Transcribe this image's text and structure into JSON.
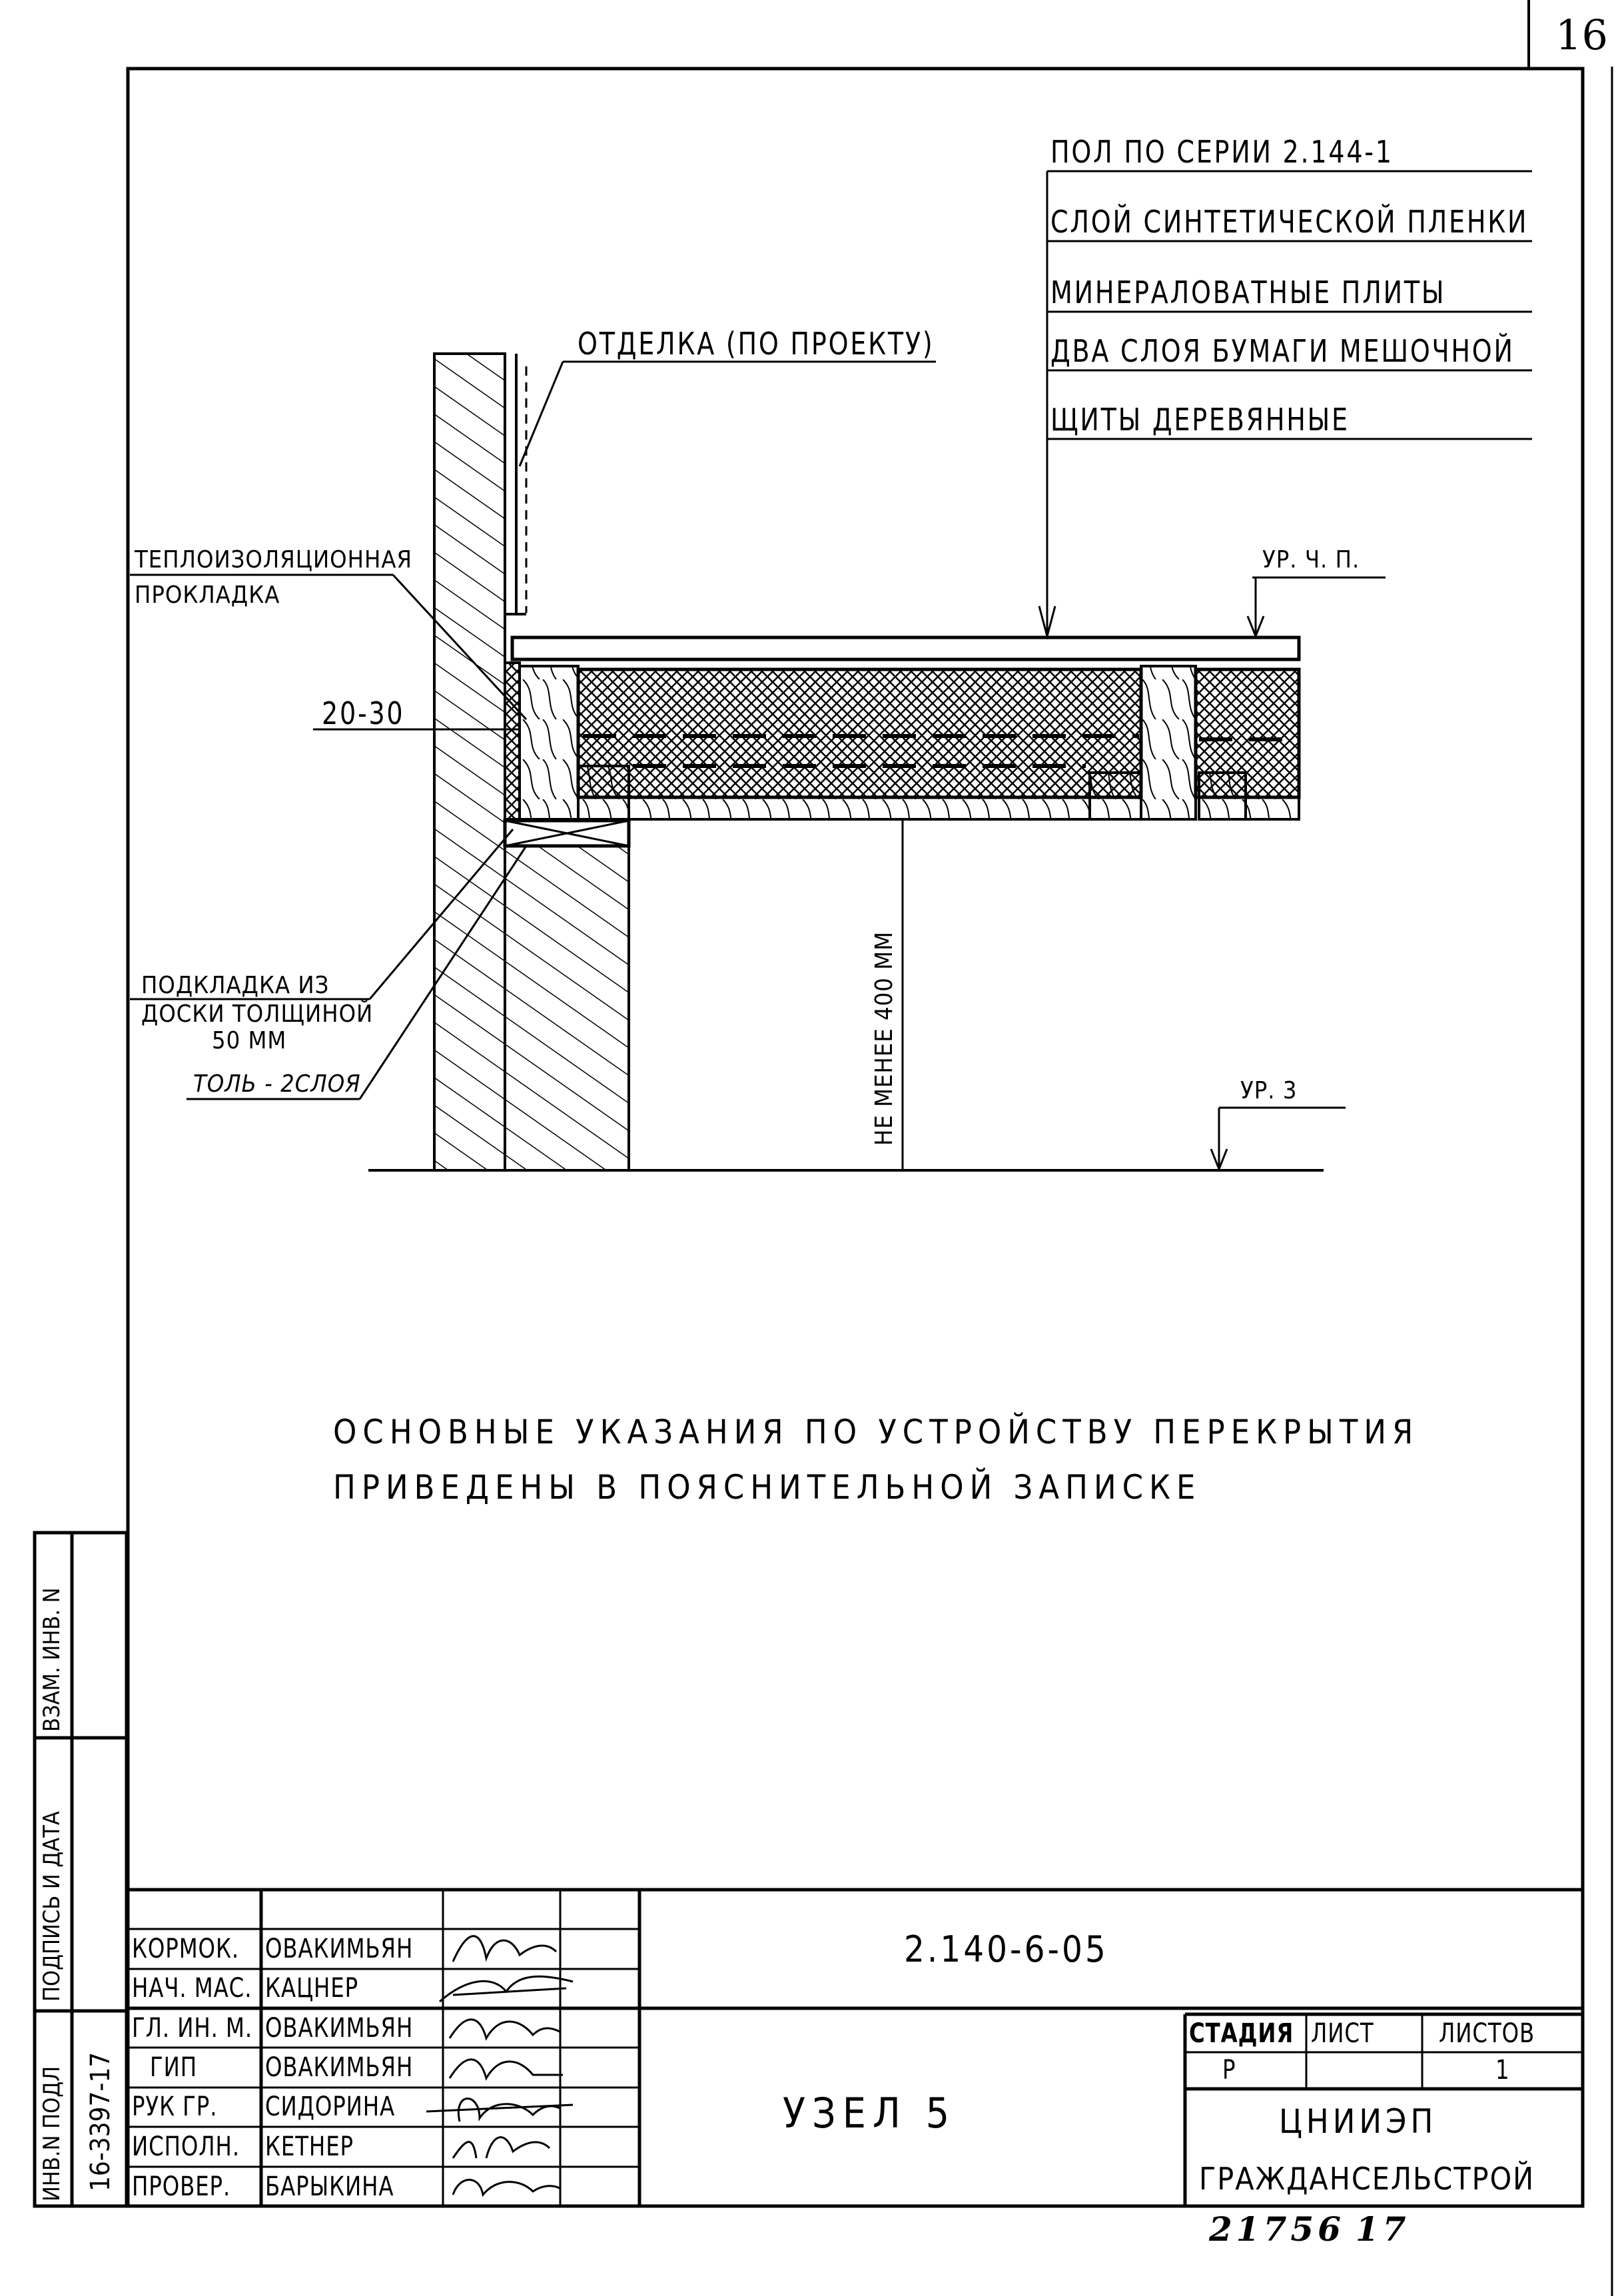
{
  "sheet_number": "16",
  "callouts": {
    "floor_layers": [
      "ПОЛ ПО СЕРИИ 2.144-1",
      "СЛОЙ СИНТЕТИЧЕСКОЙ ПЛЕНКИ",
      "МИНЕРАЛОВАТНЫЕ ПЛИТЫ",
      "ДВА СЛОЯ БУМАГИ МЕШОЧНОЙ",
      "ЩИТЫ ДЕРЕВЯННЫЕ"
    ],
    "finish": "ОТДЕЛКА (ПО ПРОЕКТУ)",
    "insulation_pad": [
      "ТЕПЛОИЗОЛЯЦИОННАЯ",
      "ПРОКЛАДКА"
    ],
    "gap": "20-30",
    "pad_board": [
      "ПОДКЛАДКА ИЗ",
      "ДОСКИ ТОЛЩИНОЙ",
      "50 ММ"
    ],
    "roofing": "ТОЛЬ - 2СЛОЯ",
    "dimension": "НЕ МЕНЕЕ 400 ММ",
    "level_floor": "УР. Ч. П.",
    "level_ground": "УР. 3"
  },
  "note": [
    "Основные указания по устройству перекрытия",
    "приведены в пояснительной записке"
  ],
  "side_stamp": {
    "labels": [
      "ИНВ.N ПОДЛ",
      "ПОДПИСЬ И ДАТА",
      "ВЗАМ. ИНВ. N"
    ],
    "inventory_number": "16-3397-17"
  },
  "title_block": {
    "signatories": [
      {
        "role": "КОРМОК.",
        "name": "ОВАКИМЬЯН"
      },
      {
        "role": "НАЧ. МАС.",
        "name": "КАЦНЕР"
      },
      {
        "role": "ГЛ. ИН. М.",
        "name": "ОВАКИМЬЯН"
      },
      {
        "role": "ГИП",
        "name": "ОВАКИМЬЯН"
      },
      {
        "role": "РУК ГР.",
        "name": "СИДОРИНА"
      },
      {
        "role": "ИСПОЛН.",
        "name": "КЕТНЕР"
      },
      {
        "role": "ПРОВЕР.",
        "name": "БАРЫКИНА"
      }
    ],
    "document_code": "2.140-6-05",
    "title": "УЗЕЛ 5",
    "stage_label": "СТАДИЯ",
    "sheet_label": "ЛИСТ",
    "sheets_label": "ЛИСТОВ",
    "stage_value": "Р",
    "sheet_value": "",
    "sheets_value": "1",
    "organization": [
      "ЦНИИЭП",
      "ГРАЖДАНСЕЛЬСТРОЙ"
    ]
  },
  "footer_numbers": [
    "21756",
    "17"
  ]
}
